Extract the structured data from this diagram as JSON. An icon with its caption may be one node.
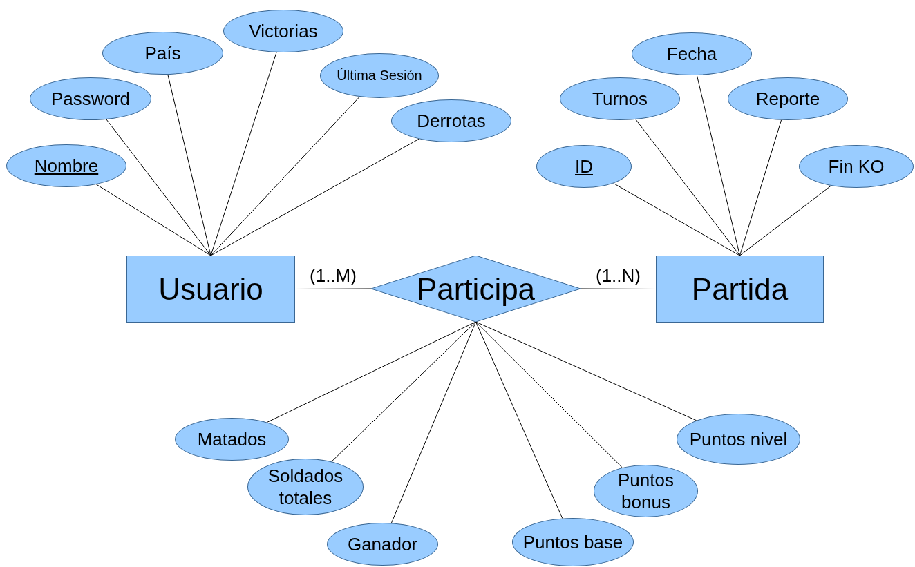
{
  "diagram": {
    "nodes": [
      {
        "text": [
          "Usuario"
        ]
      },
      {
        "text": [
          "Participa"
        ]
      },
      {
        "text": [
          "Partida"
        ]
      },
      {
        "text": [
          "Nombre"
        ]
      },
      {
        "text": [
          "Password"
        ]
      },
      {
        "text": [
          "País"
        ]
      },
      {
        "text": [
          "Victorias"
        ]
      },
      {
        "text": [
          "Última Sesión"
        ]
      },
      {
        "text": [
          "Derrotas"
        ]
      },
      {
        "text": [
          "ID"
        ]
      },
      {
        "text": [
          "Turnos"
        ]
      },
      {
        "text": [
          "Fecha"
        ]
      },
      {
        "text": [
          "Reporte"
        ]
      },
      {
        "text": [
          "Fin KO"
        ]
      },
      {
        "text": [
          "Matados"
        ]
      },
      {
        "text": [
          "Soldados totales"
        ]
      },
      {
        "text": [
          "Ganador"
        ]
      },
      {
        "text": [
          "Puntos base"
        ]
      },
      {
        "text": [
          "Puntos bonus"
        ]
      },
      {
        "text": [
          "Puntos nivel"
        ]
      }
    ],
    "edges": [
      {
        "from": 0,
        "to": 1,
        "arrow": "none",
        "label": "(1..M)"
      },
      {
        "from": 1,
        "to": 2,
        "arrow": "none",
        "label": "(1..N)"
      },
      {
        "from": 3,
        "to": 0,
        "arrow": "none"
      },
      {
        "from": 4,
        "to": 0,
        "arrow": "none"
      },
      {
        "from": 5,
        "to": 0,
        "arrow": "none"
      },
      {
        "from": 6,
        "to": 0,
        "arrow": "none"
      },
      {
        "from": 7,
        "to": 0,
        "arrow": "none"
      },
      {
        "from": 8,
        "to": 0,
        "arrow": "none"
      },
      {
        "from": 9,
        "to": 2,
        "arrow": "none"
      },
      {
        "from": 10,
        "to": 2,
        "arrow": "none"
      },
      {
        "from": 11,
        "to": 2,
        "arrow": "none"
      },
      {
        "from": 12,
        "to": 2,
        "arrow": "none"
      },
      {
        "from": 13,
        "to": 2,
        "arrow": "none"
      },
      {
        "from": 14,
        "to": 1,
        "arrow": "none"
      },
      {
        "from": 15,
        "to": 1,
        "arrow": "none"
      },
      {
        "from": 16,
        "to": 1,
        "arrow": "none"
      },
      {
        "from": 17,
        "to": 1,
        "arrow": "none"
      },
      {
        "from": 18,
        "to": 1,
        "arrow": "none"
      },
      {
        "from": 19,
        "to": 1,
        "arrow": "none"
      }
    ]
  }
}
